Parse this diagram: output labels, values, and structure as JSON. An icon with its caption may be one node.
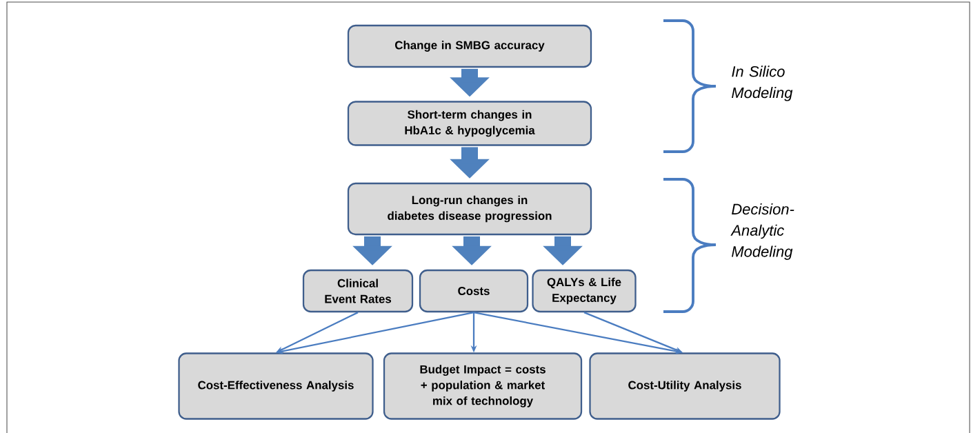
{
  "diagram": {
    "nodes": [
      {
        "text": [
          "Change in SMBG accuracy"
        ]
      },
      {
        "text": [
          "Short-term changes in HbA1c & hypoglycemia"
        ]
      },
      {
        "text": [
          "Long-run changes in diabetes disease progression"
        ]
      },
      {
        "text": [
          "Clinical Event Rates"
        ]
      },
      {
        "text": [
          "Costs"
        ]
      },
      {
        "text": [
          "QALYs & Life Expectancy"
        ]
      },
      {
        "text": [
          "Cost-Effectiveness Analysis"
        ]
      },
      {
        "text": [
          "Budget Impact = costs + population & market mix of technology"
        ]
      },
      {
        "text": [
          "Cost-Utility Analysis"
        ]
      }
    ],
    "edges": [
      {
        "from": 0,
        "to": 1,
        "arrow": "to",
        "style": "thick"
      },
      {
        "from": 1,
        "to": 2,
        "arrow": "to",
        "style": "thick"
      },
      {
        "from": 2,
        "to": 3,
        "arrow": "to",
        "style": "thick"
      },
      {
        "from": 2,
        "to": 4,
        "arrow": "to",
        "style": "thick"
      },
      {
        "from": 2,
        "to": 5,
        "arrow": "to",
        "style": "thick"
      },
      {
        "from": 3,
        "to": 6,
        "arrow": "to"
      },
      {
        "from": 4,
        "to": 6,
        "arrow": "to"
      },
      {
        "from": 4,
        "to": 7,
        "arrow": "to"
      },
      {
        "from": 4,
        "to": 8,
        "arrow": "to"
      },
      {
        "from": 5,
        "to": 8,
        "arrow": "to"
      }
    ],
    "labels": [
      "In Silico Modeling",
      "Decision-Analytic Modeling"
    ]
  }
}
